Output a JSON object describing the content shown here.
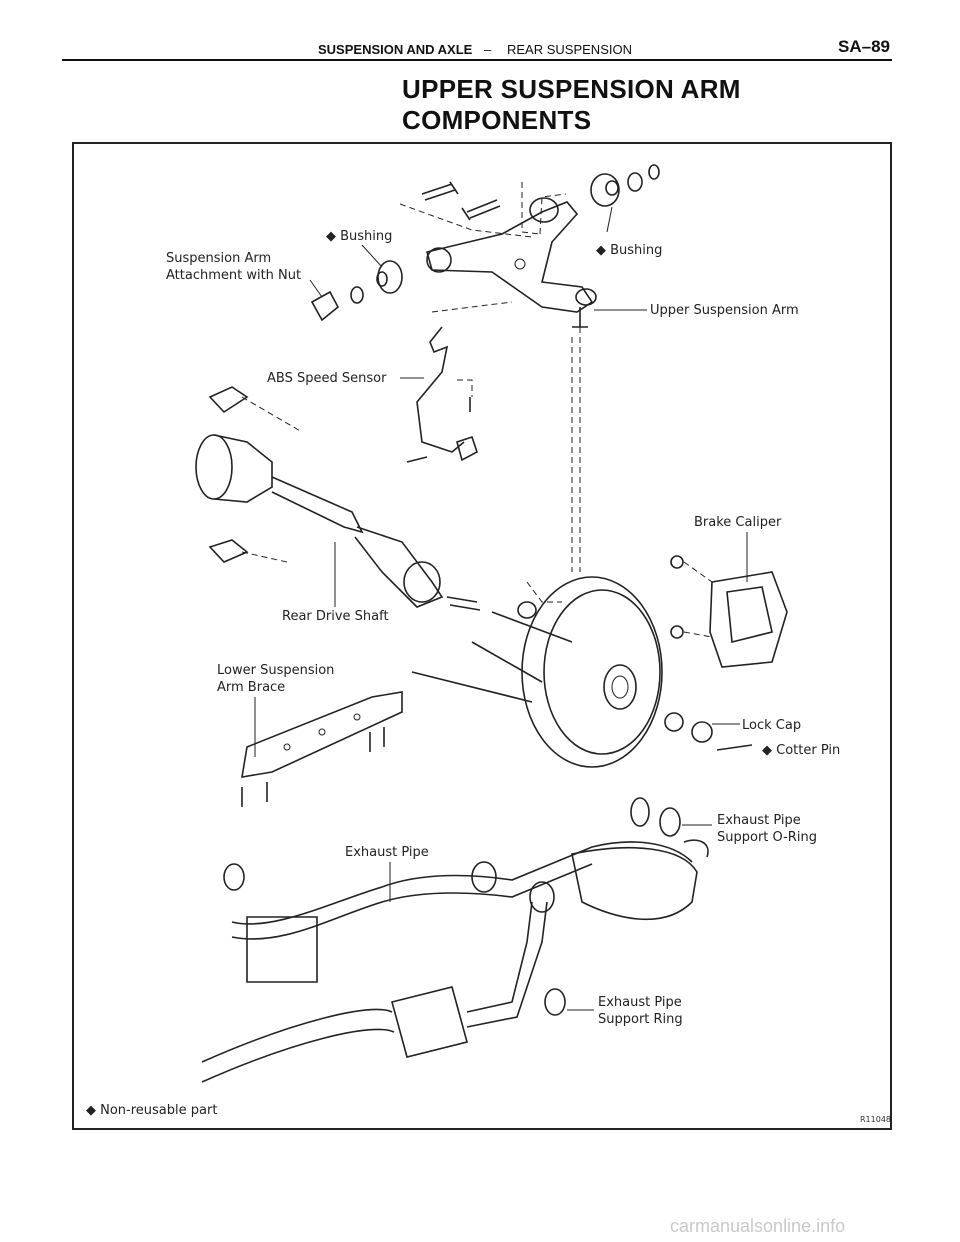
{
  "header": {
    "section": "SUSPENSION AND AXLE",
    "separator": "–",
    "subsection": "REAR SUSPENSION",
    "page": "SA–89"
  },
  "title": {
    "line1": "UPPER SUSPENSION ARM",
    "line2": "COMPONENTS"
  },
  "labels": {
    "bushing_left": "◆ Bushing",
    "bushing_right": "◆ Bushing",
    "attachment_1": "Suspension Arm",
    "attachment_2": "Attachment with Nut",
    "upper_arm": "Upper Suspension Arm",
    "abs_sensor": "ABS Speed Sensor",
    "brake_caliper": "Brake Caliper",
    "drive_shaft": "Rear Drive Shaft",
    "lower_brace_1": "Lower Suspension",
    "lower_brace_2": "Arm Brace",
    "lock_cap": "Lock Cap",
    "cotter_pin": "◆ Cotter Pin",
    "oring_1": "Exhaust Pipe",
    "oring_2": "Support O-Ring",
    "exhaust_pipe": "Exhaust Pipe",
    "support_ring_1": "Exhaust Pipe",
    "support_ring_2": "Support Ring",
    "legend": "◆ Non-reusable part",
    "figure_code": "R11048"
  },
  "watermark": "carmanualsonline.info"
}
